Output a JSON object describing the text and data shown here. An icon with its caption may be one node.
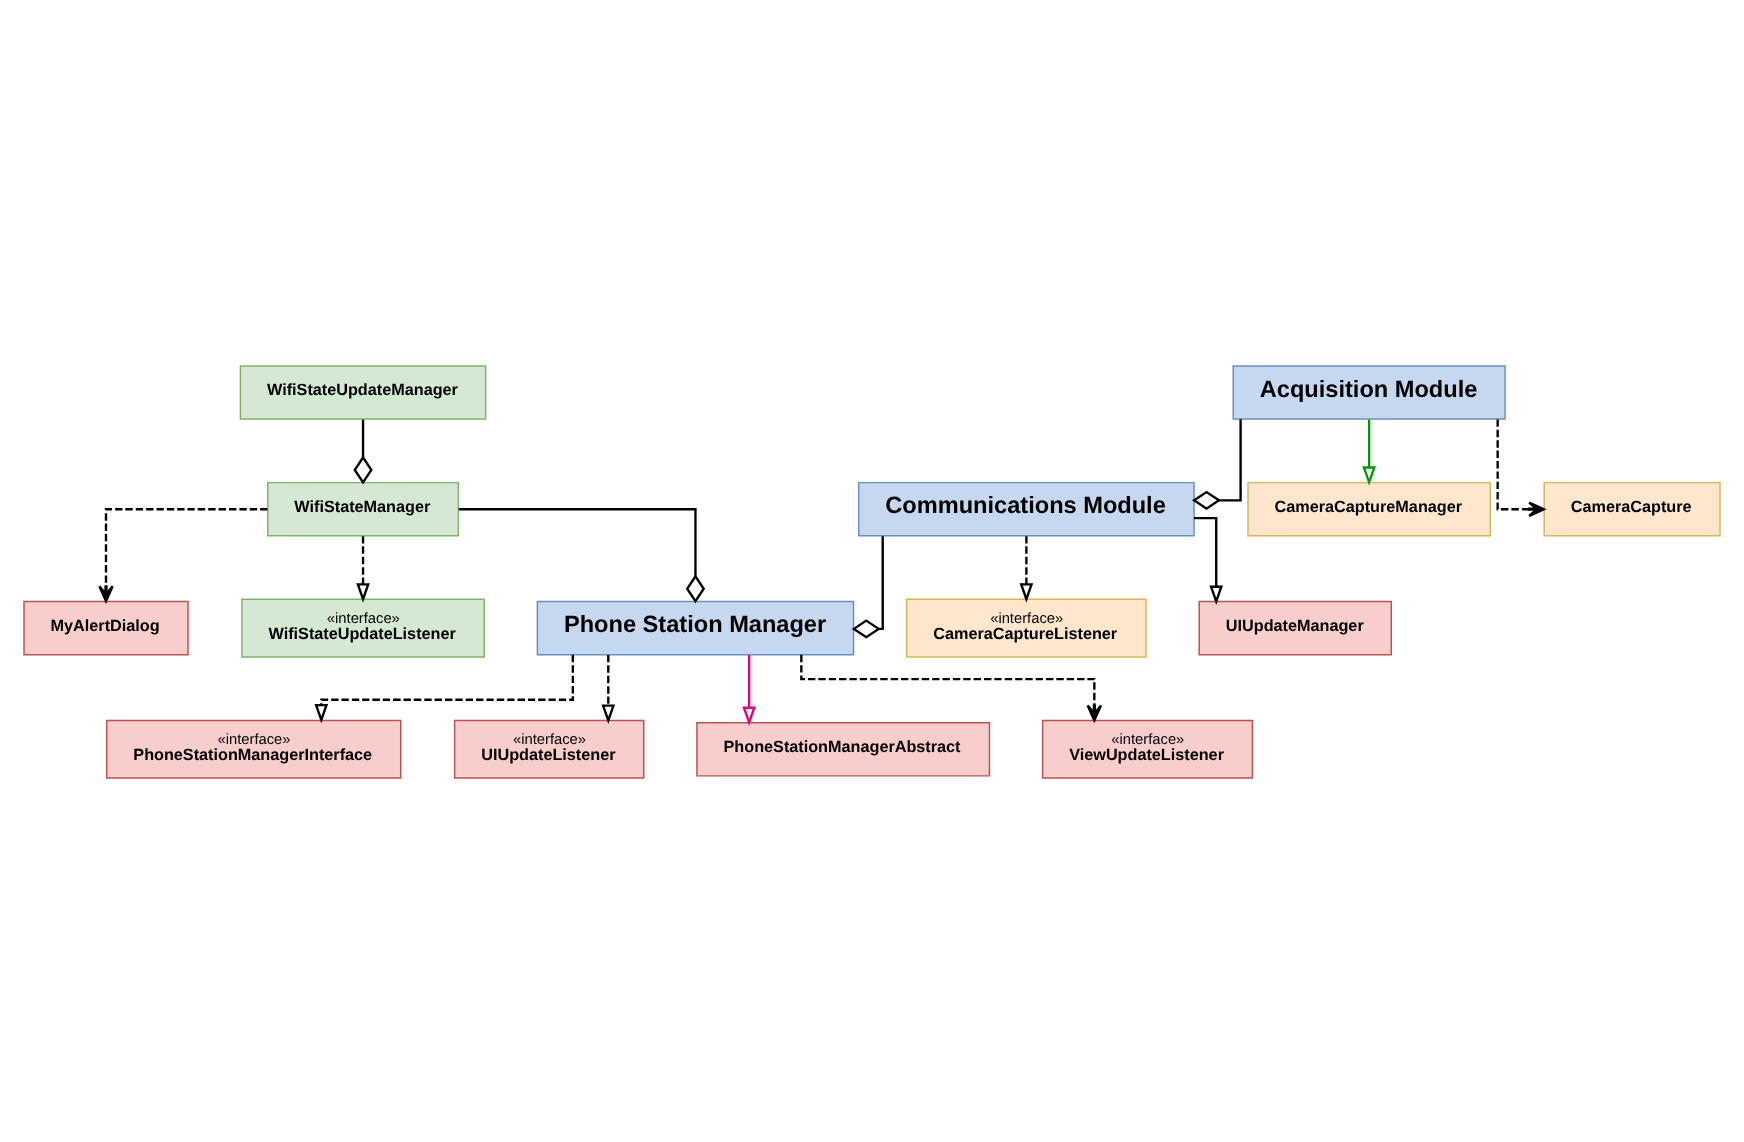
{
  "diagram": {
    "nodes": [
      {
        "text": [
          "Communications Module"
        ]
      },
      {
        "text": [
          "«interface»",
          "CameraCaptureListener"
        ]
      },
      {
        "text": [
          "«interface»",
          "PhoneStationManagerInterface"
        ]
      },
      {
        "text": [
          "«interface»",
          "UIUpdateListener"
        ]
      },
      {
        "text": [
          "Phone Station Manager"
        ]
      },
      {
        "text": [
          "WifiStateManager"
        ]
      },
      {
        "text": [
          "Acquisition Module"
        ]
      },
      {
        "text": [
          "CameraCaptureManager"
        ]
      },
      {
        "text": [
          "MyAlertDialog"
        ]
      },
      {
        "text": [
          "UIUpdateManager"
        ]
      },
      {
        "text": [
          "PhoneStationManagerAbstract"
        ]
      },
      {
        "text": [
          "«interface»",
          "ViewUpdateListener"
        ]
      },
      {
        "text": [
          "CameraCapture"
        ]
      },
      {
        "text": [
          "«interface»",
          "WifiStateUpdateListener"
        ]
      },
      {
        "text": [
          "WifiStateUpdateManager"
        ]
      }
    ],
    "edges": [
      {
        "from": 0,
        "to": 1,
        "arrow": "to",
        "style": "dashed"
      },
      {
        "from": 4,
        "to": 2,
        "arrow": "to",
        "style": "dashed"
      },
      {
        "from": 4,
        "to": 3,
        "arrow": "to",
        "style": "dashed"
      },
      {
        "from": 0,
        "to": 4,
        "arrow": "other"
      },
      {
        "from": 6,
        "to": 0,
        "arrow": "other"
      },
      {
        "from": 5,
        "to": 4,
        "arrow": "other"
      },
      {
        "from": 6,
        "to": 7,
        "arrow": "to",
        "color": "#009900"
      },
      {
        "from": 4,
        "to": 10,
        "arrow": "to",
        "color": "#e6007e"
      },
      {
        "from": 0,
        "to": 9,
        "arrow": "to"
      },
      {
        "from": 6,
        "to": 12,
        "arrow": "to",
        "style": "dashed"
      },
      {
        "from": 4,
        "to": 11,
        "arrow": "to",
        "style": "dashed"
      },
      {
        "from": 5,
        "to": 8,
        "arrow": "to",
        "style": "dashed"
      },
      {
        "from": 5,
        "to": 13,
        "arrow": "to",
        "style": "dashed"
      },
      {
        "from": 14,
        "to": 5,
        "arrow": "other"
      }
    ]
  }
}
